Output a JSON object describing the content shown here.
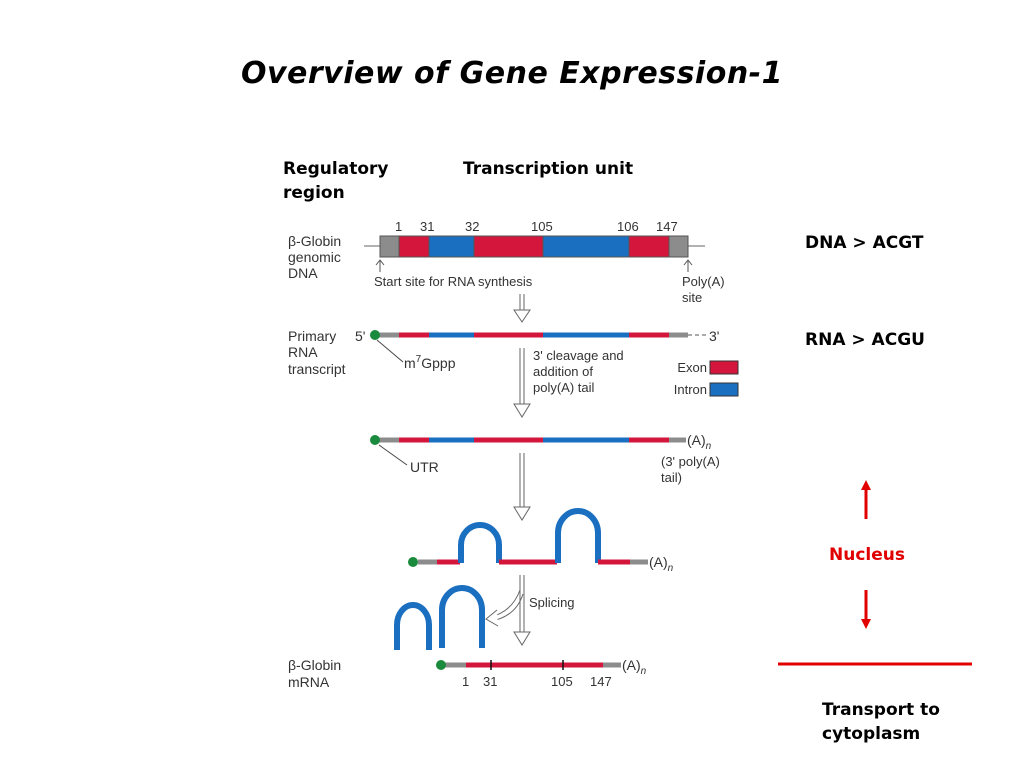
{
  "title": "Overview of Gene Expression-1",
  "headers": {
    "regulatory": [
      "Regulatory",
      "region"
    ],
    "transcription_unit": "Transcription unit"
  },
  "genomic": {
    "label": [
      "β-Globin",
      "genomic",
      "DNA"
    ],
    "numbers": [
      "1",
      "31",
      "32",
      "105",
      "106",
      "147"
    ],
    "start_site": "Start site for RNA synthesis",
    "polya_site": [
      "Poly(A)",
      "site"
    ]
  },
  "primary": {
    "label": [
      "Primary",
      "RNA",
      "transcript"
    ],
    "five_prime": "5'",
    "three_prime": "3'",
    "cap": "m7Gppp",
    "cap_base": "m",
    "cap_sup": "7",
    "cap_rest": "Gppp",
    "cleavage": [
      "3' cleavage and",
      "addition of",
      "poly(A) tail"
    ]
  },
  "legend": {
    "exon": "Exon",
    "intron": "Intron"
  },
  "polyadenylated": {
    "utr": "UTR",
    "tail": "(A)",
    "tail_sub": "n",
    "tail_note": [
      "(3' poly(A)",
      "tail)"
    ]
  },
  "spliced": {
    "tail": "(A)",
    "tail_sub": "n",
    "splicing": "Splicing"
  },
  "mrna": {
    "label": [
      "β-Globin",
      "mRNA"
    ],
    "numbers": [
      "1",
      "31",
      "105",
      "147"
    ],
    "tail": "(A)",
    "tail_sub": "n"
  },
  "side": {
    "dna": "DNA > ACGT",
    "rna": "RNA > ACGU",
    "nucleus": "Nucleus",
    "transport": [
      "Transport to",
      "cytoplasm"
    ]
  },
  "colors": {
    "exon": "#d4163c",
    "intron": "#1a6fc0",
    "flank": "#8c8c8c",
    "cap": "#1a8a3c",
    "accent": "#e10000"
  }
}
